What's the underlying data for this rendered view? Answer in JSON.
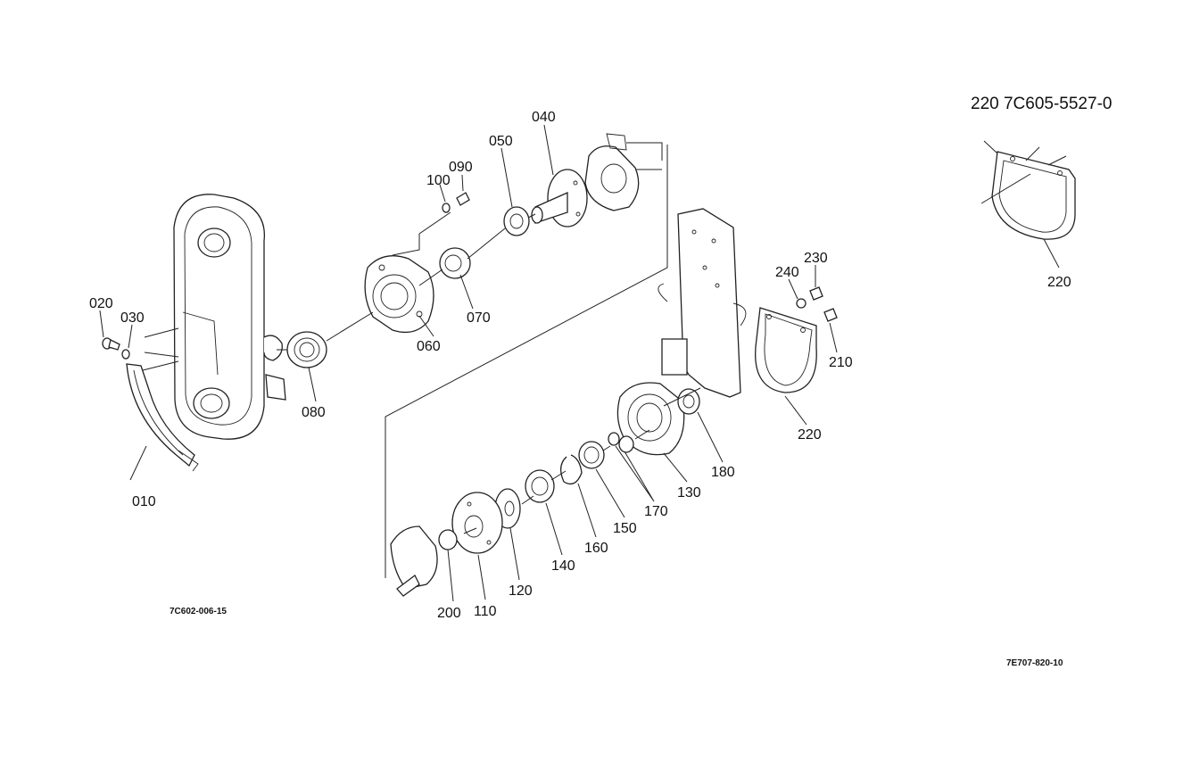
{
  "diagram": {
    "drawing_code_left": "7C602-006-15",
    "drawing_code_right": "7E707-820-10",
    "inset": {
      "title": "220 7C605-5527-0",
      "label": "220"
    },
    "part_labels": {
      "p010": "010",
      "p020": "020",
      "p030": "030",
      "p040": "040",
      "p050": "050",
      "p060": "060",
      "p070": "070",
      "p080": "080",
      "p090": "090",
      "p100": "100",
      "p110": "110",
      "p120": "120",
      "p130": "130",
      "p140": "140",
      "p150": "150",
      "p160": "160",
      "p170": "170",
      "p180": "180",
      "p200": "200",
      "p210": "210",
      "p220": "220",
      "p230": "230",
      "p240": "240"
    }
  }
}
